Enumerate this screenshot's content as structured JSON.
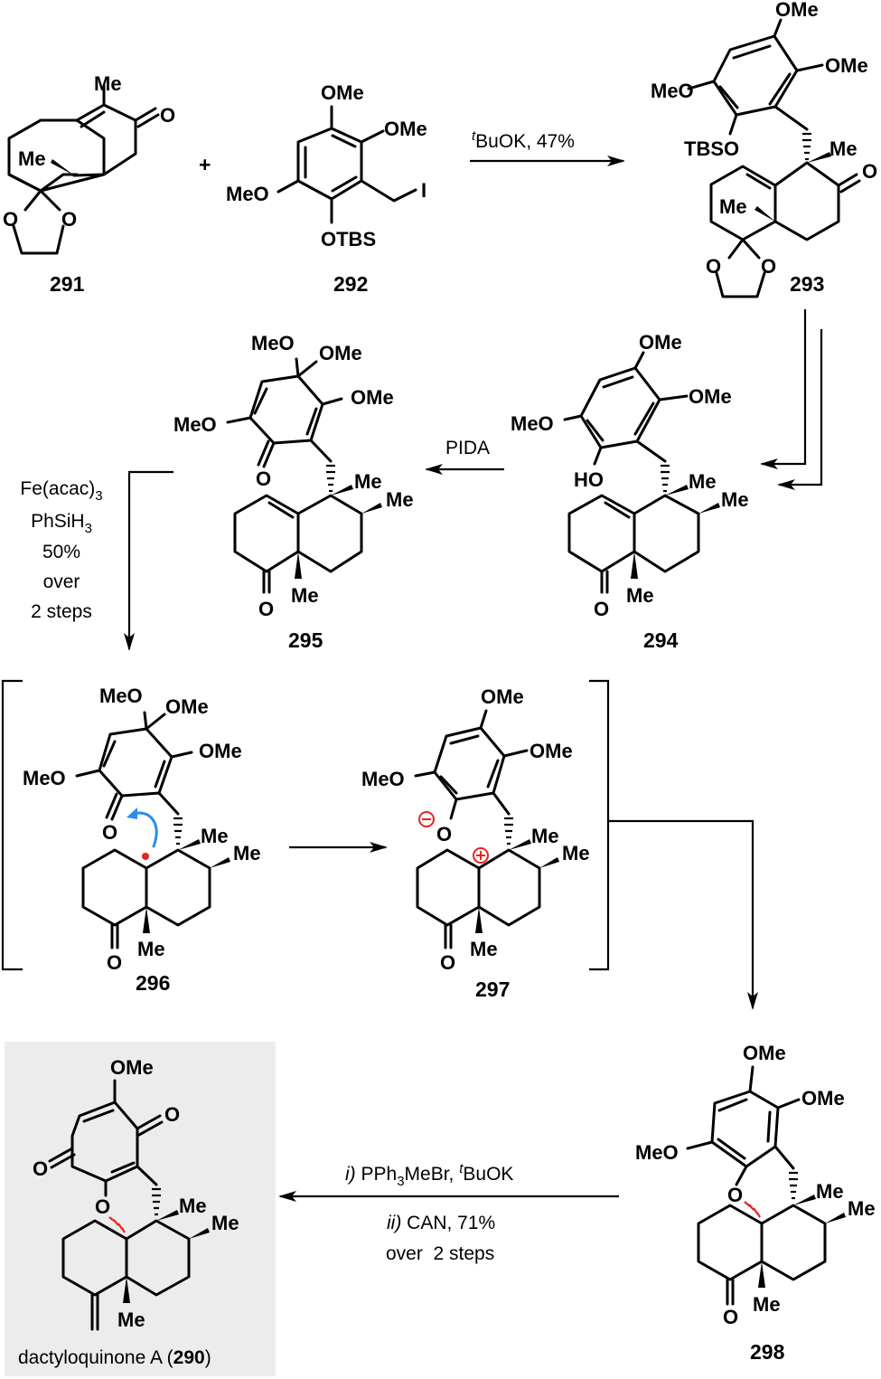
{
  "scheme": {
    "title": "Total synthesis of dactyloquinone A",
    "colors": {
      "bond": "#000000",
      "highlight_red": "#e8231e",
      "electron_arrow_blue": "#2a8ee8",
      "product_box": "#ececec"
    },
    "compounds": [
      {
        "id": "291",
        "label": "291",
        "atoms": {
          "me_top": "Me",
          "me_wedge": "Me",
          "o_keto": "O",
          "o_left": "O",
          "o_right": "O"
        }
      },
      {
        "id": "292",
        "label": "292",
        "atoms": {
          "ome_top": "OMe",
          "ome_right": "OMe",
          "meo_left": "MeO",
          "otbs": "OTBS",
          "iodo": "I"
        }
      },
      {
        "id": "293",
        "label": "293",
        "atoms": {
          "ome_top": "OMe",
          "ome_right": "OMe",
          "meo_left": "MeO",
          "tbso": "TBSO",
          "me_quat": "Me",
          "o_keto": "O",
          "me_wedge": "Me",
          "o_left": "O",
          "o_right": "O"
        }
      },
      {
        "id": "294",
        "label": "294",
        "atoms": {
          "ome_top": "OMe",
          "ome_right": "OMe",
          "meo_left": "MeO",
          "ho": "HO",
          "me_quat": "Me",
          "me_sec": "Me",
          "me_bottom": "Me",
          "o_keto": "O"
        }
      },
      {
        "id": "295",
        "label": "295",
        "atoms": {
          "meo_top": "MeO",
          "ome_top": "OMe",
          "ome_right": "OMe",
          "meo_left": "MeO",
          "o_keto_ring": "O",
          "me_quat": "Me",
          "me_sec": "Me",
          "me_bottom": "Me",
          "o_keto": "O"
        }
      },
      {
        "id": "296",
        "label": "296",
        "atoms": {
          "meo_top": "MeO",
          "ome_top": "OMe",
          "ome_right": "OMe",
          "meo_left": "MeO",
          "o_keto_ring": "O",
          "me_quat": "Me",
          "me_sec": "Me",
          "me_bottom": "Me",
          "o_keto": "O"
        },
        "annotations": [
          "radical-dot",
          "curved-electron-arrow"
        ]
      },
      {
        "id": "297",
        "label": "297",
        "atoms": {
          "ome_top": "OMe",
          "ome_right": "OMe",
          "meo_left": "MeO",
          "o_anion": "O",
          "me_quat": "Me",
          "me_sec": "Me",
          "me_bottom": "Me",
          "o_keto": "O"
        },
        "annotations": [
          "negative-charge",
          "positive-charge"
        ]
      },
      {
        "id": "298",
        "label": "298",
        "atoms": {
          "ome_top": "OMe",
          "ome_right": "OMe",
          "meo_left": "MeO",
          "o_ether": "O",
          "me_quat": "Me",
          "me_sec": "Me",
          "me_bottom": "Me",
          "o_keto": "O"
        }
      },
      {
        "id": "290",
        "name": "dactyloquinone A",
        "label_prefix": "dactyloquinone A (",
        "label_num": "290",
        "label_suffix": ")",
        "atoms": {
          "ome_top": "OMe",
          "o_quinone_right": "O",
          "o_quinone_left": "O",
          "o_ether": "O",
          "me_quat": "Me",
          "me_sec": "Me",
          "me_bottom": "Me"
        }
      }
    ],
    "plus_sign": "+",
    "steps": [
      {
        "from": [
          "291",
          "292"
        ],
        "to": "293",
        "reagent_sup": "t",
        "reagent_text": "BuOK, 47%"
      },
      {
        "from": "293",
        "to": "294",
        "conditions": "",
        "style": "double-arrow"
      },
      {
        "from": "294",
        "to": "295",
        "reagent_text": "PIDA"
      },
      {
        "from": "295",
        "to": "296",
        "lines": [
          {
            "main": "Fe(acac)",
            "sub": "3"
          },
          {
            "main": "PhSiH",
            "sub": "3"
          },
          {
            "main": "50%"
          },
          {
            "main": "over"
          },
          {
            "main": "2 steps"
          }
        ]
      },
      {
        "from": "296",
        "to": "297"
      },
      {
        "from": "297",
        "to": "298"
      },
      {
        "from": "298",
        "to": "290",
        "line1": {
          "num": "i)",
          "pre": " PPh",
          "sub": "3",
          "post": "MeBr, ",
          "sup": "t",
          "tail": "BuOK"
        },
        "line2": {
          "num": "ii)",
          "text": " CAN, 71%"
        },
        "line3": "over  2 steps"
      }
    ]
  }
}
